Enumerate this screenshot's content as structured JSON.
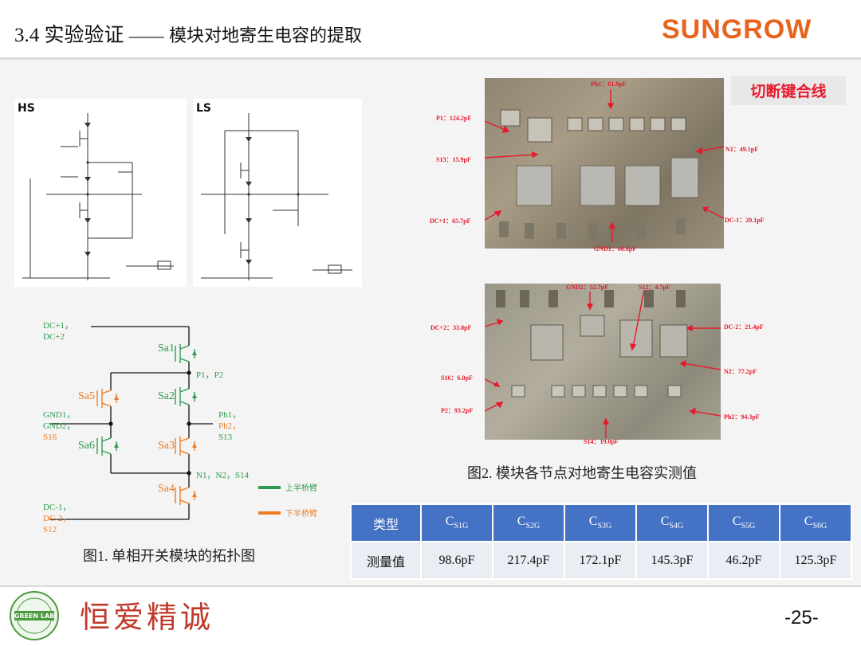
{
  "header": {
    "section": "3.4",
    "title": "实验验证",
    "dash": "——",
    "subtitle": "模块对地寄生电容的提取",
    "brand": "SUNGROW"
  },
  "schematic": {
    "hs_label": "HS",
    "ls_label": "LS"
  },
  "topology": {
    "labels": {
      "dc_plus": "DC+1，",
      "dc_plus2": "DC+2",
      "p": "P1，P2",
      "gnd1": "GND1，",
      "gnd2": "GND2，",
      "s16": "S16",
      "ph1": "Ph1，",
      "ph2": "Ph2，",
      "s13": "S13",
      "n": "N1，N2，S14",
      "dc_minus": "DC-1，",
      "dc_minus2": "DC-2，",
      "s12": "S12"
    },
    "switches": [
      "Sa1",
      "Sa2",
      "Sa3",
      "Sa4",
      "Sa5",
      "Sa6"
    ],
    "legend": [
      {
        "label": "上半桥臂",
        "color": "#2e9b4e"
      },
      {
        "label": "下半桥臂",
        "color": "#ee7b22"
      }
    ],
    "caption": "图1. 单相开关模块的拓扑图"
  },
  "photo_top": {
    "cut_label": "切断键合线",
    "labels": {
      "ph1": "Ph1：61.9pF",
      "p1": "P1：124.2pF",
      "s13": "S13：15.9pF",
      "n1": "N1：49.1pF",
      "dc_plus1": "DC+1：65.7pF",
      "dc_minus1": "DC-1：20.1pF",
      "gnd1": "GND1：66.6pF"
    }
  },
  "photo_bottom": {
    "labels": {
      "gnd2": "GND2：52.7pF",
      "s12": "S12：4.7pF",
      "dc_plus2": "DC+2：33.0pF",
      "dc_minus2": "DC-2：21.4pF",
      "n2": "N2：77.2pF",
      "s16": "S16：6.0pF",
      "p2": "P2：93.2pF",
      "ph2": "Ph2：94.3pF",
      "s14": "S14：19.0pF"
    },
    "caption": "图2. 模块各节点对地寄生电容实测值"
  },
  "table": {
    "row_label_header": "类型",
    "headers": [
      {
        "base": "C",
        "sub": "S1G"
      },
      {
        "base": "C",
        "sub": "S2G"
      },
      {
        "base": "C",
        "sub": "S3G"
      },
      {
        "base": "C",
        "sub": "S4G"
      },
      {
        "base": "C",
        "sub": "S5G"
      },
      {
        "base": "C",
        "sub": "S6G"
      }
    ],
    "row_label": "测量值",
    "values": [
      "98.6pF",
      "217.4pF",
      "172.1pF",
      "145.3pF",
      "46.2pF",
      "125.3pF"
    ]
  },
  "footer": {
    "motto": "恒爱精诚",
    "seal_text": "GREEN LAB",
    "page_number": "-25-"
  },
  "colors": {
    "brand": "#e8641e",
    "upper_arm": "#2e9b4e",
    "lower_arm": "#ee7b22",
    "table_header": "#4472c4",
    "table_cell": "#e9edf4",
    "annotation_red": "#e8192c"
  }
}
